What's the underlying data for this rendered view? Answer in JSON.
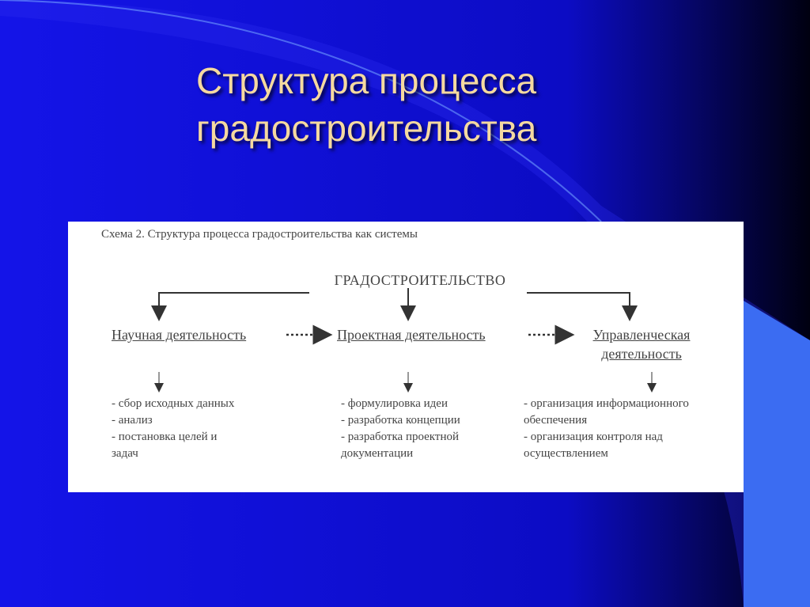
{
  "slide": {
    "title_line1": "Структура процесса",
    "title_line2": "градостроительства"
  },
  "diagram": {
    "caption": "Схема 2. Структура процесса градостроительства как системы",
    "root": "ГРАДОСТРОИТЕЛЬСТВО",
    "activities": [
      {
        "label": "Научная деятельность",
        "label_line2": "",
        "items": [
          "- сбор исходных данных",
          "- анализ",
          "- постановка целей и",
          "  задач"
        ]
      },
      {
        "label": "Проектная деятельность",
        "label_line2": "",
        "items": [
          "- формулировка идеи",
          "- разработка концепции",
          "- разработка проектной",
          "  документации"
        ]
      },
      {
        "label": "Управленческая",
        "label_line2": "деятельность",
        "items": [
          "- организация информационного",
          "  обеспечения",
          "- организация контроля над",
          "  осуществлением"
        ]
      }
    ]
  },
  "colors": {
    "background": "#1010e0",
    "title": "#f5d9a0",
    "panel": "#ffffff"
  }
}
